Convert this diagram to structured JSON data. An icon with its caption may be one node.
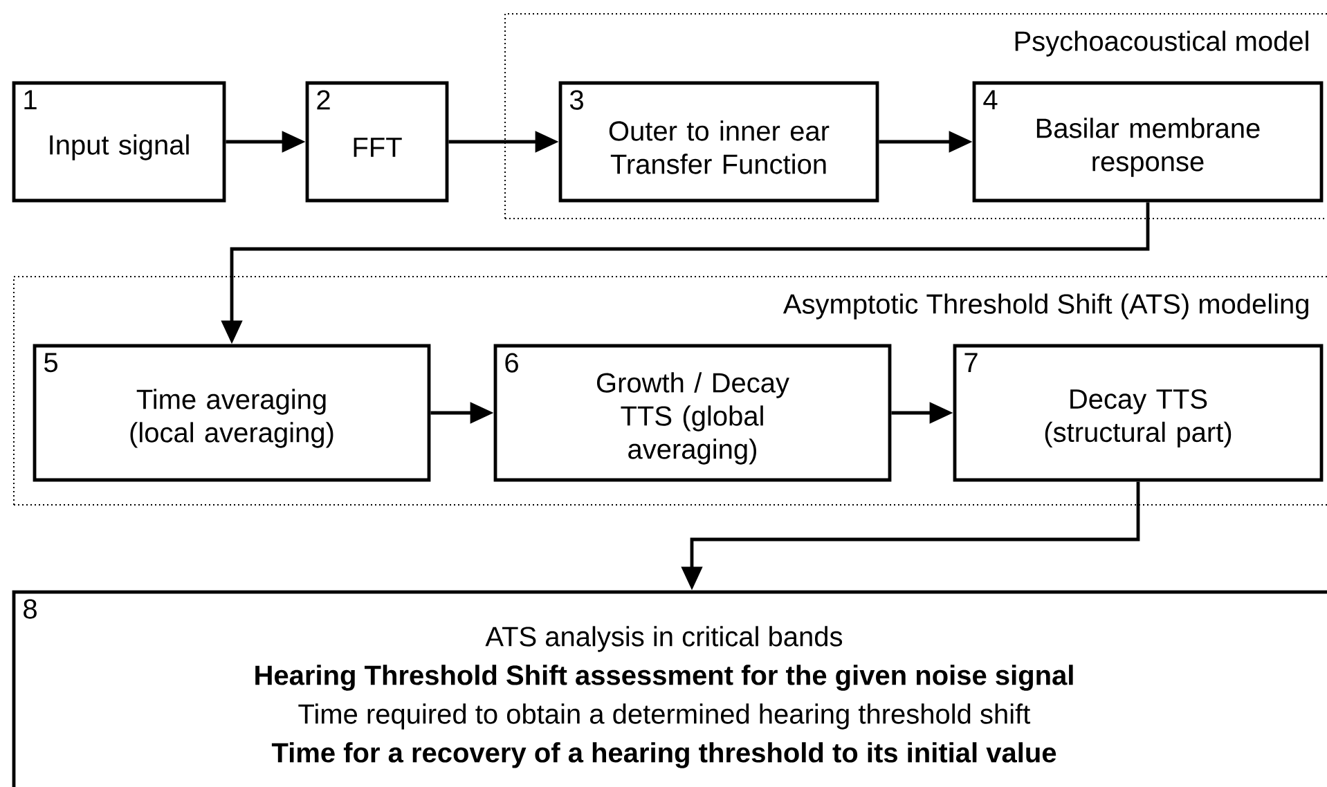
{
  "diagram": {
    "nodes": [
      {
        "text": [
          "1",
          "Input signal"
        ]
      },
      {
        "text": [
          "2",
          "FFT"
        ]
      },
      {
        "text": [
          "Psychoacoustical model"
        ]
      },
      {
        "text": [
          "3",
          "Outer to inner ear Transfer Function"
        ],
        "in": 2
      },
      {
        "text": [
          "4",
          "Basilar membrane response"
        ],
        "in": 2
      },
      {
        "text": [
          "Asymptotic Threshold Shift (ATS) modeling"
        ]
      },
      {
        "text": [
          "5",
          "Time averaging (local averaging)"
        ],
        "in": 5
      },
      {
        "text": [
          "6",
          "Growth / Decay TTS (global averaging)"
        ],
        "in": 5
      },
      {
        "text": [
          "7",
          "Decay TTS (structural part)"
        ],
        "in": 5
      },
      {
        "text": [
          "8",
          "ATS analysis in critical bands",
          "Hearing Threshold Shift assessment for the given noise signal",
          "Time required to obtain a determined hearing threshold shift",
          "Time for a recovery of a hearing threshold to its initial value"
        ]
      }
    ],
    "edges": [
      {
        "from": 0,
        "to": 1,
        "arrow": "to"
      },
      {
        "from": 1,
        "to": 3,
        "arrow": "to"
      },
      {
        "from": 3,
        "to": 4,
        "arrow": "to"
      },
      {
        "from": 4,
        "to": 6,
        "arrow": "to"
      },
      {
        "from": 6,
        "to": 7,
        "arrow": "to"
      },
      {
        "from": 7,
        "to": 8,
        "arrow": "to"
      },
      {
        "from": 8,
        "to": 9,
        "arrow": "to"
      }
    ]
  }
}
